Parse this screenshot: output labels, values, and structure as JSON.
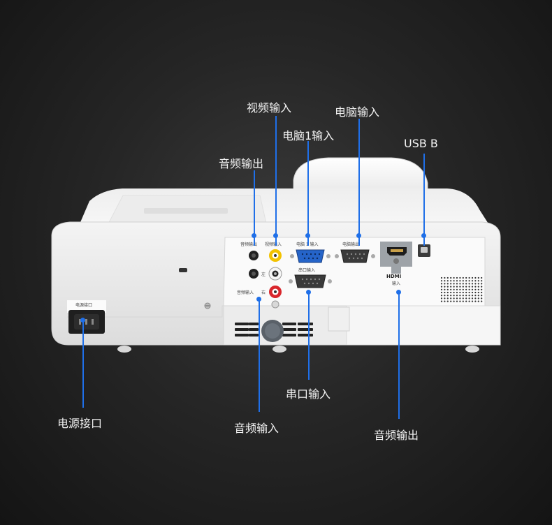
{
  "callouts": {
    "video_in": "视频输入",
    "computer_in": "电脑输入",
    "computer1_in": "电脑1输入",
    "usb_b": "USB B",
    "audio_out_top": "音频输出",
    "power": "电源接口",
    "serial_in": "串口输入",
    "audio_in": "音频输入",
    "audio_out_bottom": "音频输出"
  },
  "panel_labels": {
    "audio_out": "音频输出",
    "video_in": "视频输入",
    "computer1_in": "电脑 1 输入",
    "computer_out": "电脑输出",
    "serial_in": "串口输入",
    "audio_in": "音频输入",
    "left": "左",
    "right": "右",
    "hdmi": "HDMI",
    "hdmi_in": "输入",
    "power": "电源接口"
  },
  "colors": {
    "accent": "#1f6fe8",
    "video_jack": "#f2c200",
    "audio_left_jack": "#ffffff",
    "audio_right_jack": "#d9262c",
    "background": "#1e1e1e"
  }
}
